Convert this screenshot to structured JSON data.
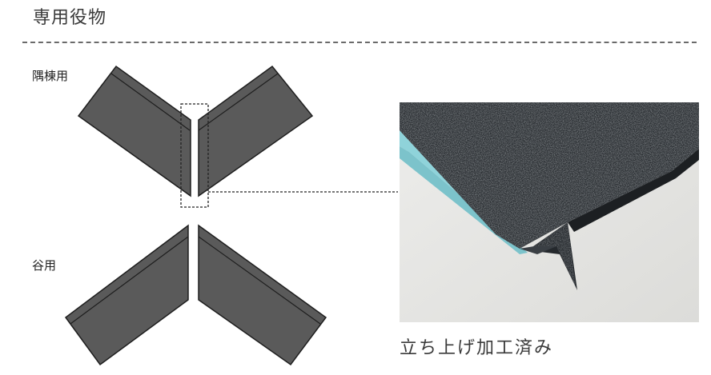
{
  "header": {
    "title": "専用役物"
  },
  "diagram": {
    "hip_label": "隅棟用",
    "valley_label": "谷用"
  },
  "photo": {
    "caption": "立ち上げ加工済み"
  },
  "colors": {
    "panel_fill": "#5a5a5a",
    "panel_edge": "#1e1e1e",
    "foam_blue": "#8fd3da",
    "felt_dark": "#2b2f33",
    "background_surface": "#e4e4e1"
  }
}
